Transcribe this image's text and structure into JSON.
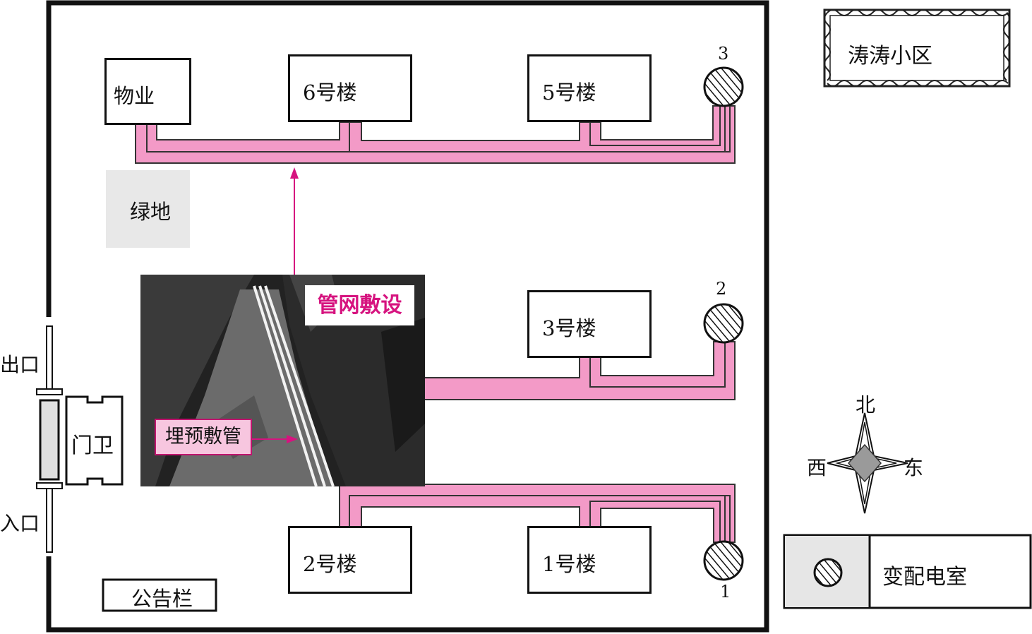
{
  "community_title": "涛涛小区",
  "buildings": {
    "property": "物业",
    "b6": "6号楼",
    "b5": "5号楼",
    "b3": "3号楼",
    "b2": "2号楼",
    "b1": "1号楼"
  },
  "green_space": "绿地",
  "bulletin_board": "公告栏",
  "gatehouse": "门卫",
  "exit_label": "出口",
  "entrance_label": "入口",
  "photo": {
    "title": "管网敷设",
    "tag": "埋预敷管"
  },
  "manholes": [
    "3",
    "2",
    "1"
  ],
  "compass": {
    "north": "北",
    "west": "西",
    "east": "东"
  },
  "legend": {
    "label": "变配电室"
  },
  "colors": {
    "pipe": "#f39ac7",
    "accent": "#d6137f",
    "ink": "#111111",
    "green_space": "#e8e8e8"
  }
}
